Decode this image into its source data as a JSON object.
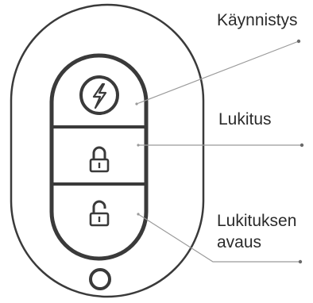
{
  "labels": {
    "start": "Käynnistys",
    "lock": "Lukitus",
    "unlock_line1": "Lukituksen",
    "unlock_line2": "avaus"
  },
  "buttons": [
    {
      "name": "start-button",
      "icon": "power-bolt-icon"
    },
    {
      "name": "lock-button",
      "icon": "lock-closed-icon"
    },
    {
      "name": "unlock-button",
      "icon": "lock-open-icon"
    }
  ],
  "colors": {
    "outline": "#3a3a3a",
    "leader_line": "#9a9a9a",
    "text": "#2b2b2b"
  }
}
